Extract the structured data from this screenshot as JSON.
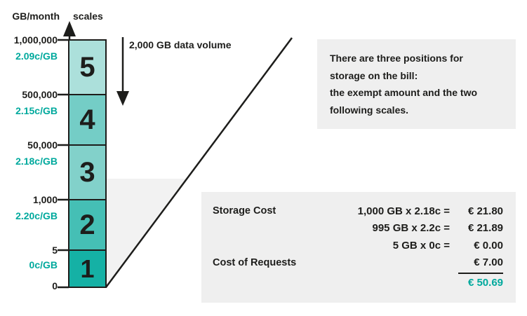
{
  "palette": {
    "ink": "#1d1d1b",
    "teal": "#00a99d",
    "box_gray": "#efefef",
    "tri_gray": "#f2f2f2"
  },
  "axis": {
    "unit_label": "GB/month",
    "scales_label": "scales",
    "ticks": [
      "1,000,000",
      "500,000",
      "50,000",
      "1,000",
      "5",
      "0"
    ]
  },
  "scale_bar": {
    "segments": [
      {
        "number": "5",
        "range_top": "1,000,000",
        "rate": "2.09c/GB",
        "color": "#ace0db"
      },
      {
        "number": "4",
        "range_top": "500,000",
        "rate": "2.15c/GB",
        "color": "#74cdc6"
      },
      {
        "number": "3",
        "range_top": "50,000",
        "rate": "2.18c/GB",
        "color": "#82d1ca"
      },
      {
        "number": "2",
        "range_top": "1,000",
        "rate": "2.20c/GB",
        "color": "#45bfb5"
      },
      {
        "number": "1",
        "range_top": "5",
        "rate": "0c/GB",
        "color": "#15b1a5"
      }
    ]
  },
  "annotation": {
    "arrow_label": "2,000 GB data volume"
  },
  "info_box": {
    "text": "There are three positions for\nstorage on the bill:\nthe exempt amount and the two\nfollowing scales."
  },
  "calc_box": {
    "rows": [
      {
        "label": "Storage Cost",
        "expr": "1,000 GB x 2.18c =",
        "amount": "€ 21.80"
      },
      {
        "label": "",
        "expr": "995 GB x 2.2c =",
        "amount": "€ 21.89"
      },
      {
        "label": "",
        "expr": "5 GB x 0c =",
        "amount": "€ 0.00"
      },
      {
        "label": "Cost of Requests",
        "expr": "",
        "amount": "€ 7.00"
      }
    ],
    "total": "€ 50.69"
  }
}
